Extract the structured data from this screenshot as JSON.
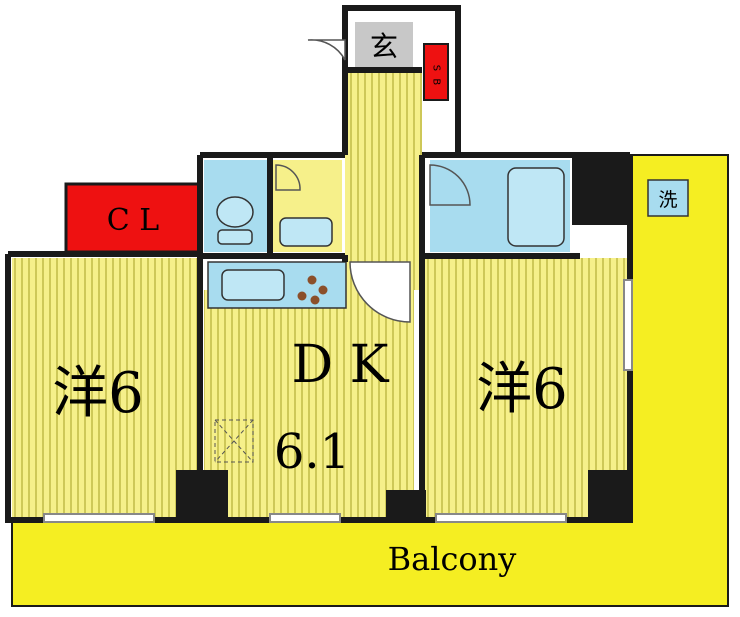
{
  "labels": {
    "entrance": "玄",
    "shoe_box": "S B",
    "closet": "C L",
    "laundry": "洗",
    "room_left": "洋6",
    "room_right": "洋6",
    "dk": "D K",
    "dk_size": "6.1",
    "balcony": "Balcony"
  },
  "colors": {
    "room_fill": "#f6f08a",
    "room_stripe": "#b8b33a",
    "wall": "#1a1a1a",
    "closet": "#ee1111",
    "balcony": "#f5ee22",
    "wet_area": "#a8dcef",
    "fixture": "#bfe7f5",
    "entrance_floor": "#bdbdbd"
  }
}
